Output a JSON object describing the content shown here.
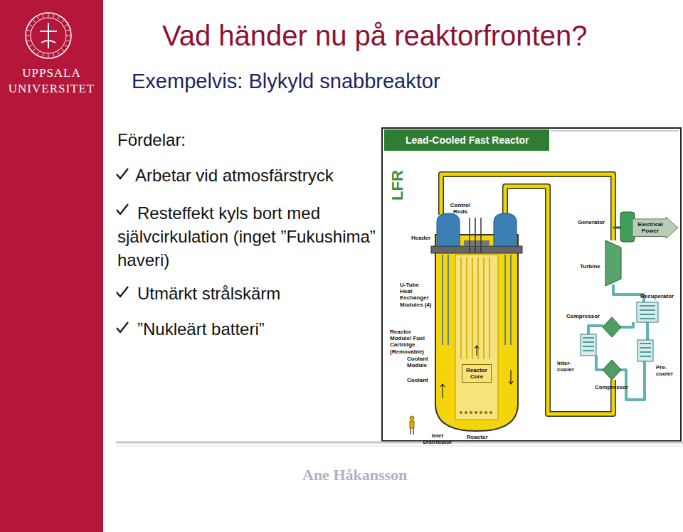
{
  "diagram": {
    "title": "Vad händer nu på reaktorfronten?",
    "nodes": [
      {
        "text": [
          "UPPSALA UNIVERSITET"
        ]
      },
      {
        "text": [
          "Lead-Cooled Fast Reactor"
        ]
      },
      {
        "text": [
          "Reactor Core"
        ]
      },
      {
        "text": [
          "Electrical Power"
        ]
      }
    ],
    "labels": [
      "Exempelvis: Blykyld snabbreaktor",
      "Fördelar:",
      "Arbetar vid atmosfärstryck",
      "Resteffekt kyls bort med självcirkulation (inget ”Fukushima” haveri)",
      "Utmärkt strålskärm",
      "”Nukleärt batteri”",
      "LFR",
      "Control Rods",
      "Header",
      "U-Tube Heat Exchanger Modules (4)",
      "Reactor Module/ Fuel Cartridge (Removable)",
      "Coolant Module",
      "Coolant",
      "Inlet Distributor",
      "Reactor",
      "Generator",
      "Turbine",
      "Recuperator",
      "Compressor",
      "Inter-cooler",
      "Pre-cooler",
      "Compressor",
      "Ane Håkansson"
    ]
  }
}
